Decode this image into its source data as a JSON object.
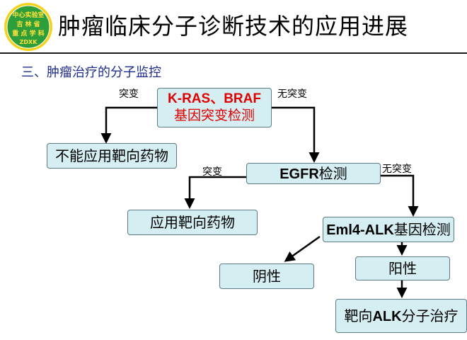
{
  "header": {
    "logo_text_lines": [
      "中心实验室",
      "吉 林 省",
      "重 点 学 科",
      "ZDXK"
    ],
    "title": "肿瘤临床分子诊断技术的应用进展",
    "subtitle": "三、肿瘤治疗的分子监控"
  },
  "diagram": {
    "kras_box": {
      "line1": "K-RAS、BRAF",
      "line2": "基因突变检测"
    },
    "no_target_box": "不能应用靶向药物",
    "egfr_box": {
      "bold": "EGFR",
      "rest": "检测"
    },
    "use_target_box": "应用靶向药物",
    "eml4_box": {
      "bold": "Eml4-ALK",
      "rest": "基因检测"
    },
    "negative_box": "阴性",
    "positive_box": "阳性",
    "alk_box": {
      "prefix": "靶向",
      "bold": "ALK",
      "rest": "分子治疗"
    },
    "labels": {
      "mut_left": "突变",
      "nomut_right": "无突变",
      "mut_egfr": "突变",
      "nomut_egfr": "无突变"
    }
  },
  "colors": {
    "box_fill": "#d4eef2",
    "box_border": "#5d7b86",
    "subtitle": "#1f2d8a",
    "kras_text": "#e00000",
    "logo_fill": "#2e9e3a",
    "logo_ring": "#f2d21b"
  }
}
